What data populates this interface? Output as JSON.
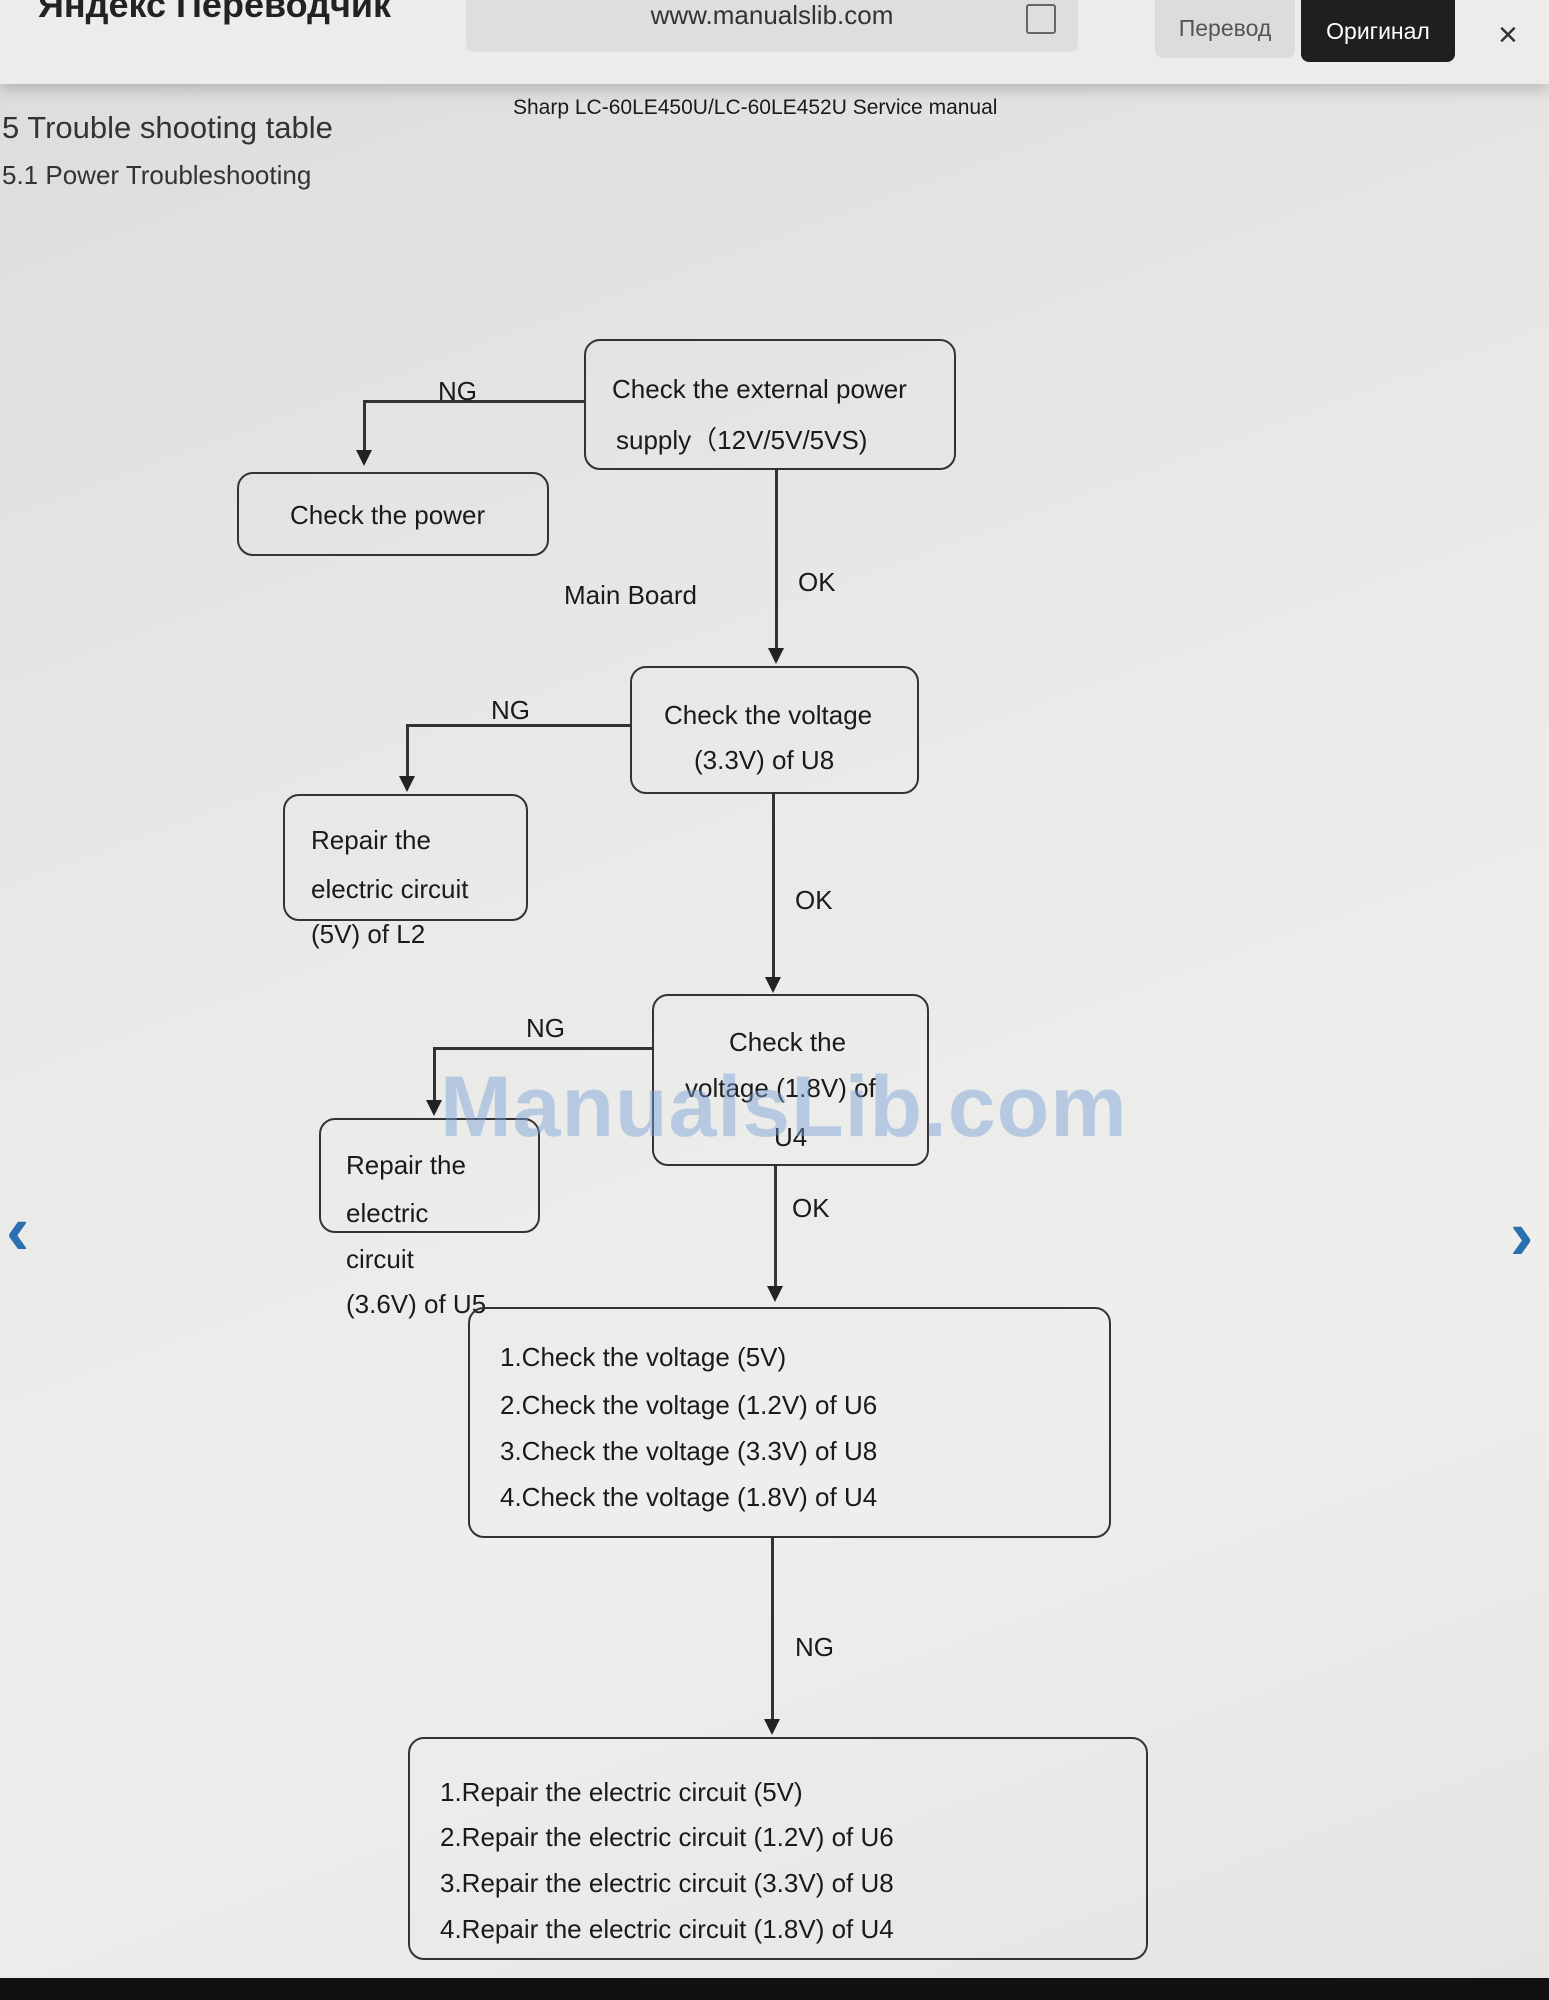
{
  "browser": {
    "brand": "Яндекс Переводчик",
    "url": "www.manualslib.com",
    "translate_label": "Перевод",
    "original_label": "Оригинал",
    "close_label": "×"
  },
  "document": {
    "running_header": "Sharp LC-60LE450U/LC-60LE452U Service manual",
    "section_title": "5 Trouble shooting table",
    "subsection_title": "5.1 Power Troubleshooting",
    "watermark": "ManualsLib.com"
  },
  "flowchart": {
    "step1": [
      "Check the external power",
      "supply（12V/5V/5VS)"
    ],
    "check_power": "Check the  power",
    "main_board": "Main Board",
    "step2": [
      "Check the voltage",
      "(3.3V) of U8"
    ],
    "repair_l2": [
      "Repair the",
      "electric circuit",
      "(5V) of L2"
    ],
    "step3": [
      "Check the",
      "voltage (1.8V) of",
      "U4"
    ],
    "repair_u5": [
      "Repair the",
      "electric",
      "circuit",
      "(3.6V) of U5"
    ],
    "step4": [
      "1.Check the voltage (5V)",
      "2.Check the voltage (1.2V) of U6",
      "3.Check the voltage (3.3V) of U8",
      "4.Check the voltage (1.8V) of U4"
    ],
    "step5": [
      "1.Repair the electric circuit (5V)",
      "2.Repair the electric circuit (1.2V) of U6",
      "3.Repair the electric circuit (3.3V) of U8",
      "4.Repair the electric circuit (1.8V) of U4"
    ],
    "ok": "OK",
    "ng": "NG"
  },
  "nav": {
    "prev": "‹",
    "next": "›"
  }
}
